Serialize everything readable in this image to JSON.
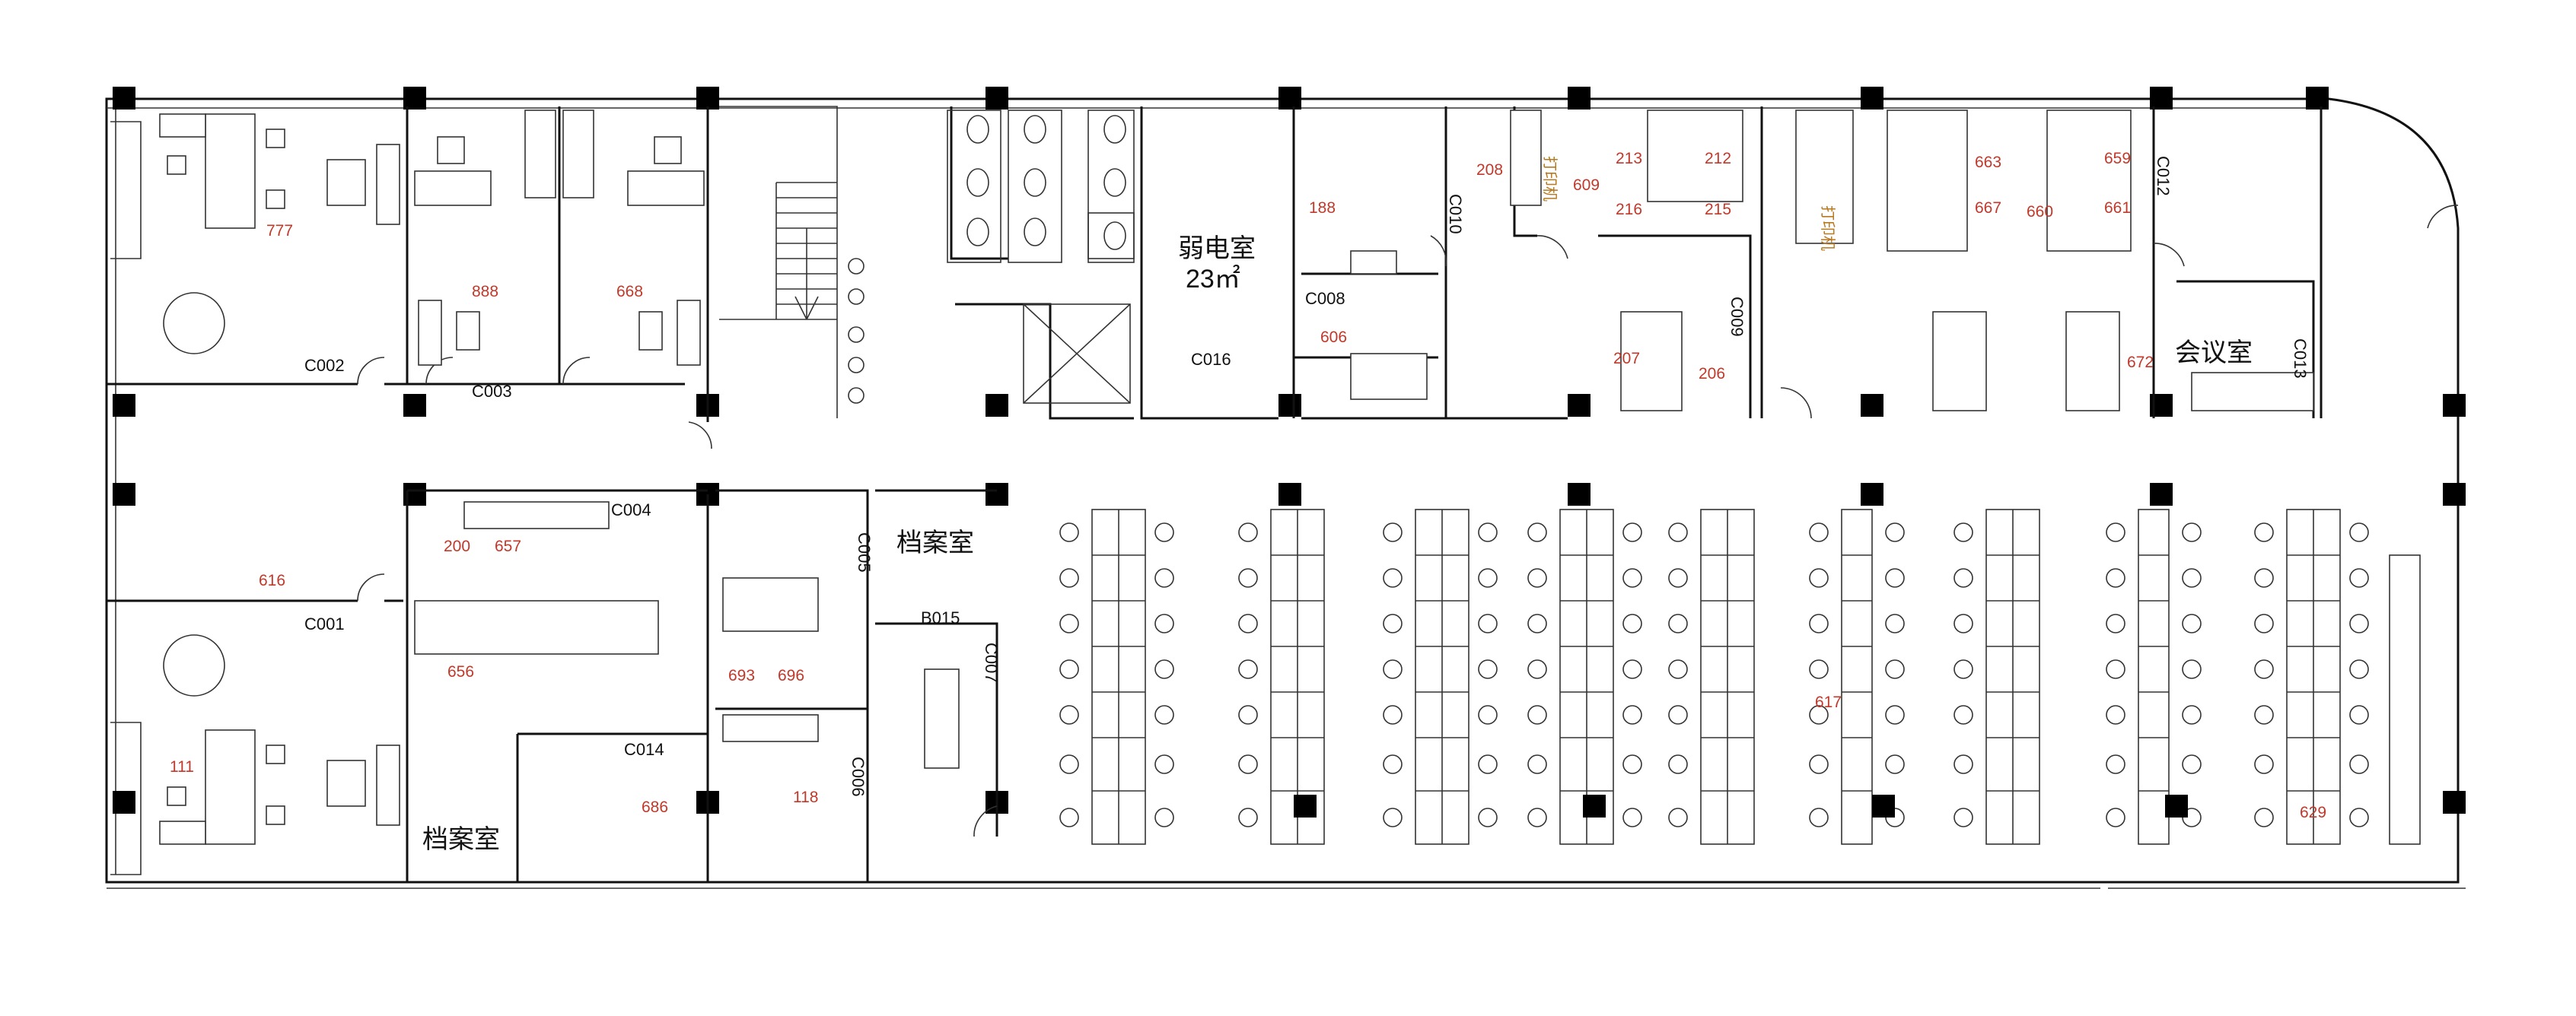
{
  "rooms": [
    {
      "id": "weak-room",
      "label": "弱电室",
      "sub": "23㎡"
    },
    {
      "id": "archive-1",
      "label": "档案室"
    },
    {
      "id": "archive-2",
      "label": "档案室"
    },
    {
      "id": "meeting",
      "label": "会议室"
    }
  ],
  "codes": [
    "C002",
    "C003",
    "C001",
    "C004",
    "C005",
    "B015",
    "C007",
    "C006",
    "C014",
    "C016",
    "C008",
    "C010",
    "C009",
    "C012",
    "C013"
  ],
  "numbers": [
    "777",
    "888",
    "668",
    "200",
    "657",
    "616",
    "656",
    "693",
    "696",
    "111",
    "686",
    "118",
    "188",
    "208",
    "609",
    "213",
    "212",
    "216",
    "215",
    "606",
    "207",
    "206",
    "663",
    "659",
    "667",
    "660",
    "661",
    "672",
    "617",
    "629"
  ],
  "printer": "打印机"
}
